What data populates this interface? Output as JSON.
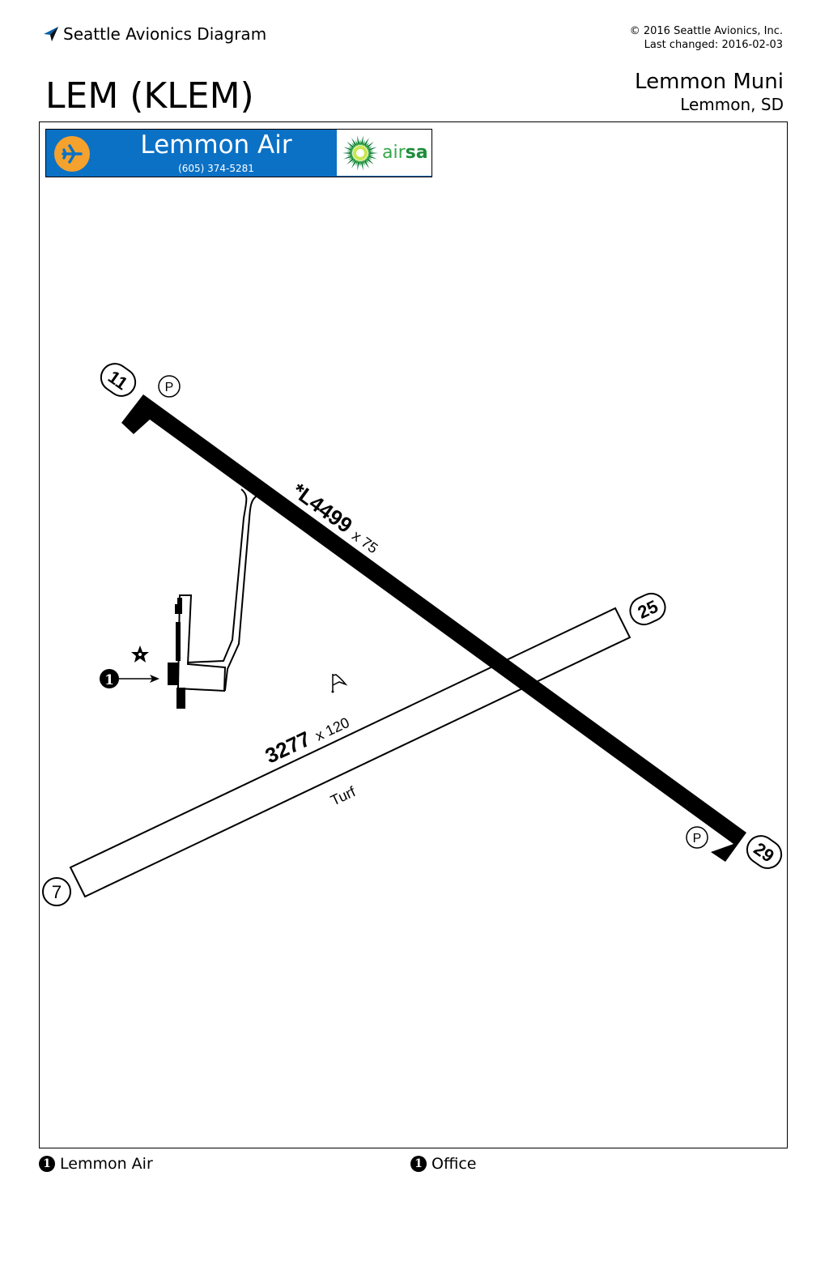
{
  "header": {
    "brand": "Seattle Avionics Diagram",
    "copyright": "© 2016 Seattle Avionics, Inc.",
    "last_changed": "Last changed: 2016-02-03",
    "ident": "LEM (KLEM)",
    "airport_name": "Lemmon Muni",
    "airport_city": "Lemmon, SD"
  },
  "fbo": {
    "name": "Lemmon Air",
    "phone": "(605) 374-5281",
    "fuel_brand_prefix": "air",
    "fuel_brand_suffix": "sa",
    "colors": {
      "banner": "#0b71c5",
      "icon": "#f4a22d",
      "fuel_green": "#36a84a"
    }
  },
  "runways": [
    {
      "ends": [
        "11",
        "29"
      ],
      "designation": "*L4499",
      "width_label": "x 75",
      "surface": "paved",
      "lighted": true
    },
    {
      "ends": [
        "7",
        "25"
      ],
      "designation": "3277",
      "width_label": "x 120",
      "surface": "Turf"
    }
  ],
  "markers": {
    "parking_label": "P",
    "fbo_callout": "1",
    "beacon_icon": "star-icon",
    "windsock_icon": "windsock-icon"
  },
  "legend": [
    {
      "number": "1",
      "label": "Lemmon Air"
    },
    {
      "number": "1",
      "label": "Office"
    }
  ]
}
